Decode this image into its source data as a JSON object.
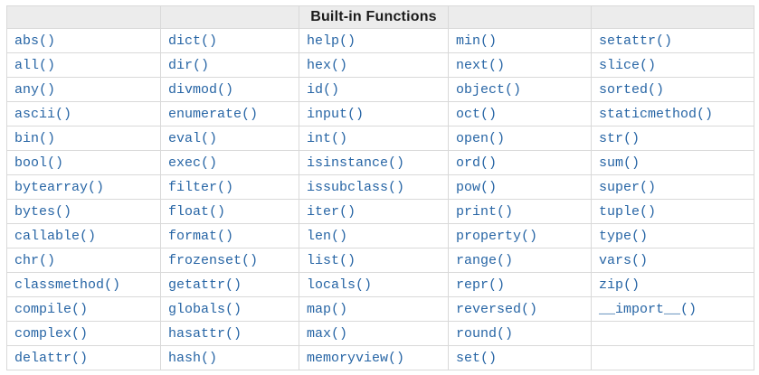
{
  "table": {
    "title": "Built-in Functions",
    "colors": {
      "link": "#2765a5",
      "header_bg": "#ececec",
      "header_text": "#1b1b1b",
      "border": "#d9d9d9"
    },
    "columns": [
      [
        "abs()",
        "all()",
        "any()",
        "ascii()",
        "bin()",
        "bool()",
        "bytearray()",
        "bytes()",
        "callable()",
        "chr()",
        "classmethod()",
        "compile()",
        "complex()",
        "delattr()"
      ],
      [
        "dict()",
        "dir()",
        "divmod()",
        "enumerate()",
        "eval()",
        "exec()",
        "filter()",
        "float()",
        "format()",
        "frozenset()",
        "getattr()",
        "globals()",
        "hasattr()",
        "hash()"
      ],
      [
        "help()",
        "hex()",
        "id()",
        "input()",
        "int()",
        "isinstance()",
        "issubclass()",
        "iter()",
        "len()",
        "list()",
        "locals()",
        "map()",
        "max()",
        "memoryview()"
      ],
      [
        "min()",
        "next()",
        "object()",
        "oct()",
        "open()",
        "ord()",
        "pow()",
        "print()",
        "property()",
        "range()",
        "repr()",
        "reversed()",
        "round()",
        "set()"
      ],
      [
        "setattr()",
        "slice()",
        "sorted()",
        "staticmethod()",
        "str()",
        "sum()",
        "super()",
        "tuple()",
        "type()",
        "vars()",
        "zip()",
        "__import__()",
        "",
        ""
      ]
    ]
  }
}
